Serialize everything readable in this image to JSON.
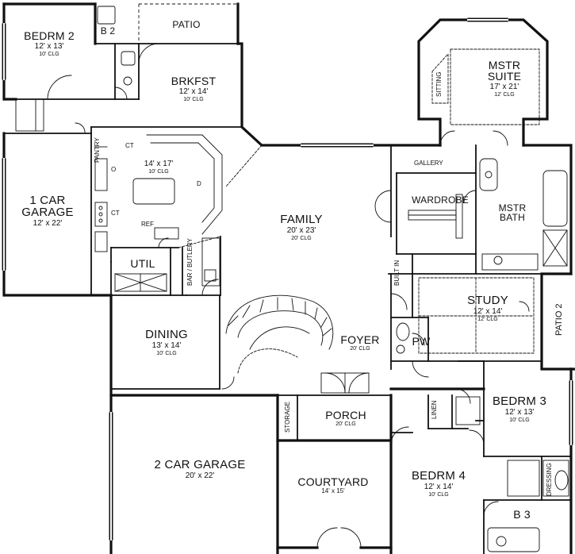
{
  "rooms": {
    "bedrm2": {
      "name": "BEDRM 2",
      "dims": "12' x 13'",
      "clg": "10' CLG"
    },
    "b2": {
      "name": "B 2"
    },
    "patio": {
      "name": "PATIO"
    },
    "brkfst": {
      "name": "BRKFST",
      "dims": "12' x 14'",
      "clg": "10' CLG"
    },
    "mstr_suite": {
      "name_line1": "MSTR",
      "name_line2": "SUITE",
      "dims": "17' x 21'",
      "clg": "12' CLG"
    },
    "sitting": {
      "name": "SITTING"
    },
    "kitchen": {
      "dims": "14' x 17'",
      "clg": "10' CLG"
    },
    "garage1": {
      "name_line1": "1 CAR",
      "name_line2": "GARAGE",
      "dims": "12' x 22'"
    },
    "family": {
      "name": "FAMILY",
      "dims": "20' x 23'",
      "clg": "20' CLG"
    },
    "gallery": {
      "name": "GALLERY"
    },
    "wardrobe": {
      "name": "WARDROBE"
    },
    "mstr_bath": {
      "name_line1": "MSTR",
      "name_line2": "BATH"
    },
    "util": {
      "name": "UTIL"
    },
    "bar_butlery": {
      "name": "BAR / BUTLERY"
    },
    "built_in": {
      "name": "BUILT IN"
    },
    "study": {
      "name": "STUDY",
      "dims": "12' x 14'",
      "clg": "12' CLG"
    },
    "patio2": {
      "name": "PATIO 2"
    },
    "dining": {
      "name": "DINING",
      "dims": "13' x 14'",
      "clg": "10' CLG"
    },
    "foyer": {
      "name": "FOYER",
      "clg": "20' CLG"
    },
    "pw": {
      "name": "PW"
    },
    "bedrm3": {
      "name": "BEDRM 3",
      "dims": "12' x 13'",
      "clg": "10' CLG"
    },
    "linen": {
      "name": "LINEN"
    },
    "storage": {
      "name": "STORAGE"
    },
    "porch": {
      "name": "PORCH",
      "clg": "20' CLG"
    },
    "garage2": {
      "name": "2 CAR GARAGE",
      "dims": "20' x 22'"
    },
    "courtyard": {
      "name": "COURTYARD",
      "dims": "14' x 15'"
    },
    "bedrm4": {
      "name": "BEDRM 4",
      "dims": "12' x 14'",
      "clg": "10' CLG"
    },
    "dressing": {
      "name": "DRESSING"
    },
    "b3": {
      "name": "B 3"
    }
  },
  "kitchen_marks": {
    "pantry": "PANTRY",
    "o": "O",
    "ct": "CT",
    "d": "D",
    "ref": "REF",
    "ct2": "CT"
  }
}
